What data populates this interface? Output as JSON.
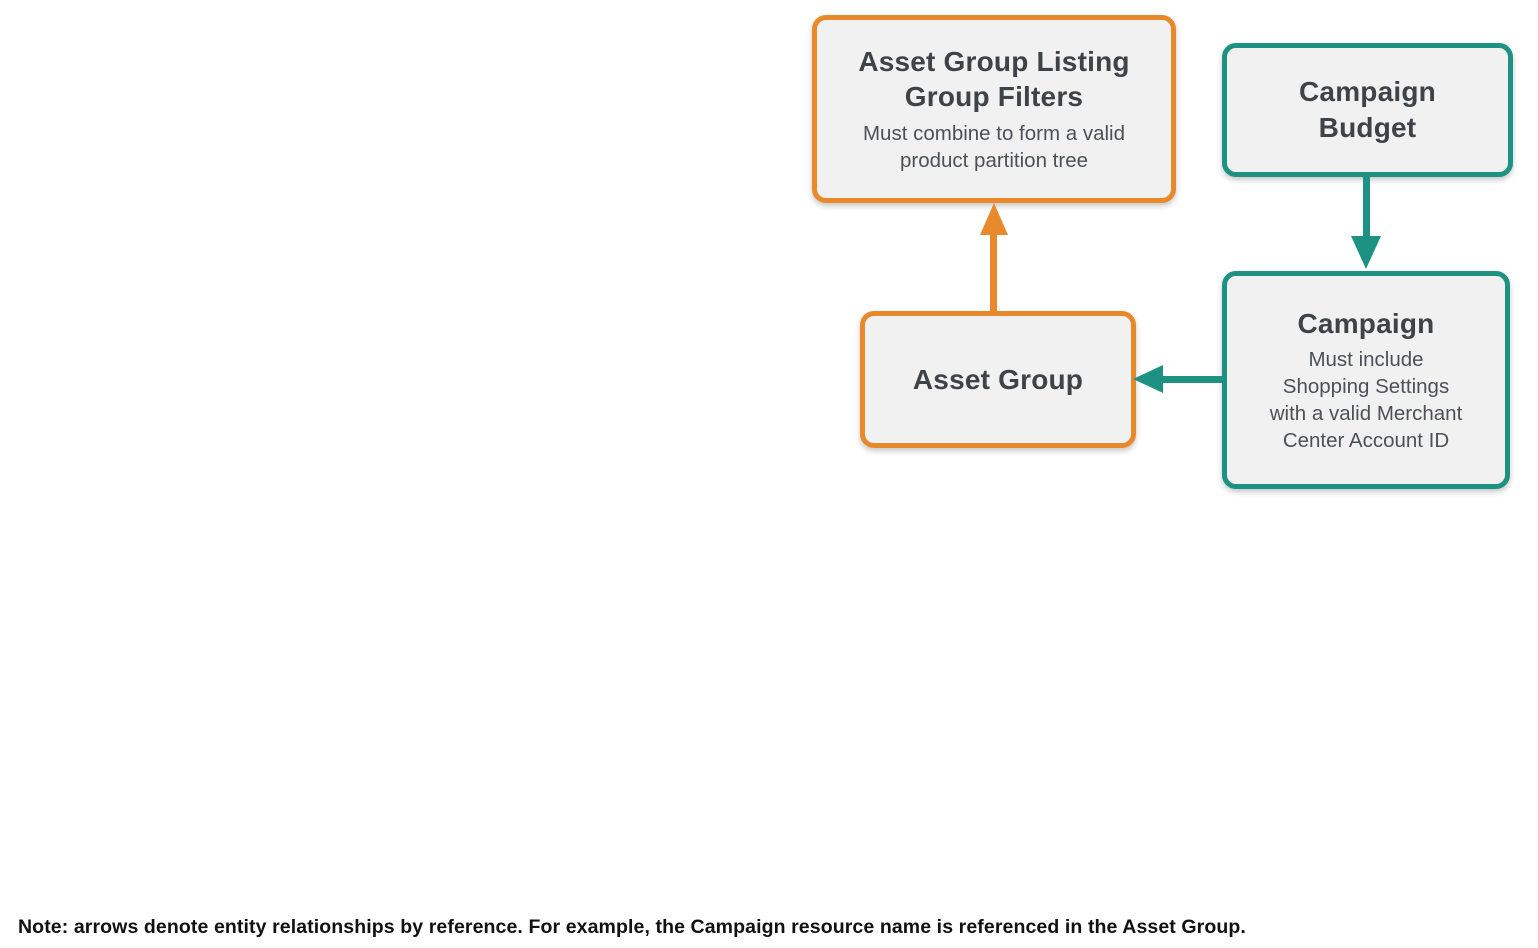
{
  "diagram": {
    "nodes": {
      "listing_filters": {
        "title": "Asset Group Listing\nGroup Filters",
        "subtitle": "Must combine to form a valid\nproduct partition tree"
      },
      "campaign_budget": {
        "title": "Campaign\nBudget"
      },
      "asset_group": {
        "title": "Asset Group"
      },
      "campaign": {
        "title": "Campaign",
        "subtitle": "Must include\nShopping Settings\nwith a valid Merchant\nCenter Account ID"
      }
    },
    "edges": [
      {
        "from": "Campaign Budget",
        "to": "Campaign",
        "color_name": "teal",
        "direction": "down"
      },
      {
        "from": "Campaign",
        "to": "Asset Group",
        "color_name": "teal",
        "direction": "left"
      },
      {
        "from": "Asset Group",
        "to": "Asset Group Listing Group Filters",
        "color_name": "orange",
        "direction": "up"
      }
    ],
    "colors": {
      "orange": "#E8892B",
      "teal": "#1E9282",
      "box_fill": "#F1F1F2",
      "title_text": "#3E4347",
      "subtitle_text": "#4D5156",
      "note_text": "#111111"
    }
  },
  "note": "Note: arrows denote entity relationships by reference. For example, the Campaign resource name is referenced in the Asset Group."
}
